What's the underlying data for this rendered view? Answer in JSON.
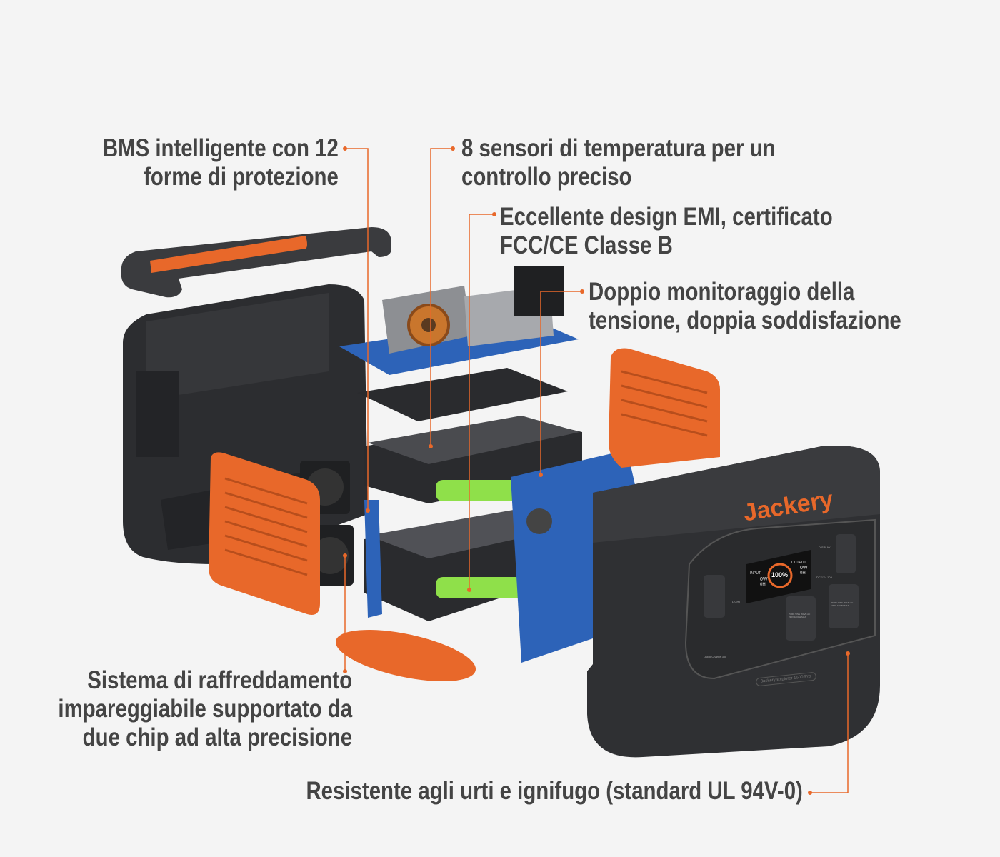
{
  "callouts": {
    "bms": [
      "BMS intelligente con 12",
      "forme di protezione"
    ],
    "sensors": [
      "8 sensori di temperatura per un",
      "controllo preciso"
    ],
    "emi": [
      "Eccellente design EMI, certificato",
      "FCC/CE Classe B"
    ],
    "voltage": [
      "Doppio monitoraggio della",
      "tensione, doppia soddisfazione"
    ],
    "cooling": [
      "Sistema di raffreddamento",
      "impareggiabile supportato da",
      "due chip ad alta precisione"
    ],
    "resistant": [
      "Resistente agli urti e ignifugo (standard UL 94V-0)"
    ]
  },
  "device": {
    "brand": "Jackery",
    "model": "Jackery Explorer 1500 Pro",
    "input_label": "INPUT",
    "output_label": "OUTPUT",
    "input_value": "0W",
    "input_hours": "0H",
    "output_value": "0W",
    "output_hours": "0H",
    "battery": "100%",
    "display_button": "DISPLAY",
    "dc_button": "DC 12V 10A",
    "light_button": "LIGHT",
    "ac_label_1": "PURE SINE WAVE AC 230V 1800W MAX",
    "ac_label_2": "PURE SINE WAVE AC 230V 1800W MAX",
    "qc_label": "Quick Charge 3.0"
  },
  "colors": {
    "accent": "#e8682a",
    "text": "#444444",
    "body": "#2f3033",
    "board": "#2d63b8",
    "cells": "#8fe04a"
  }
}
